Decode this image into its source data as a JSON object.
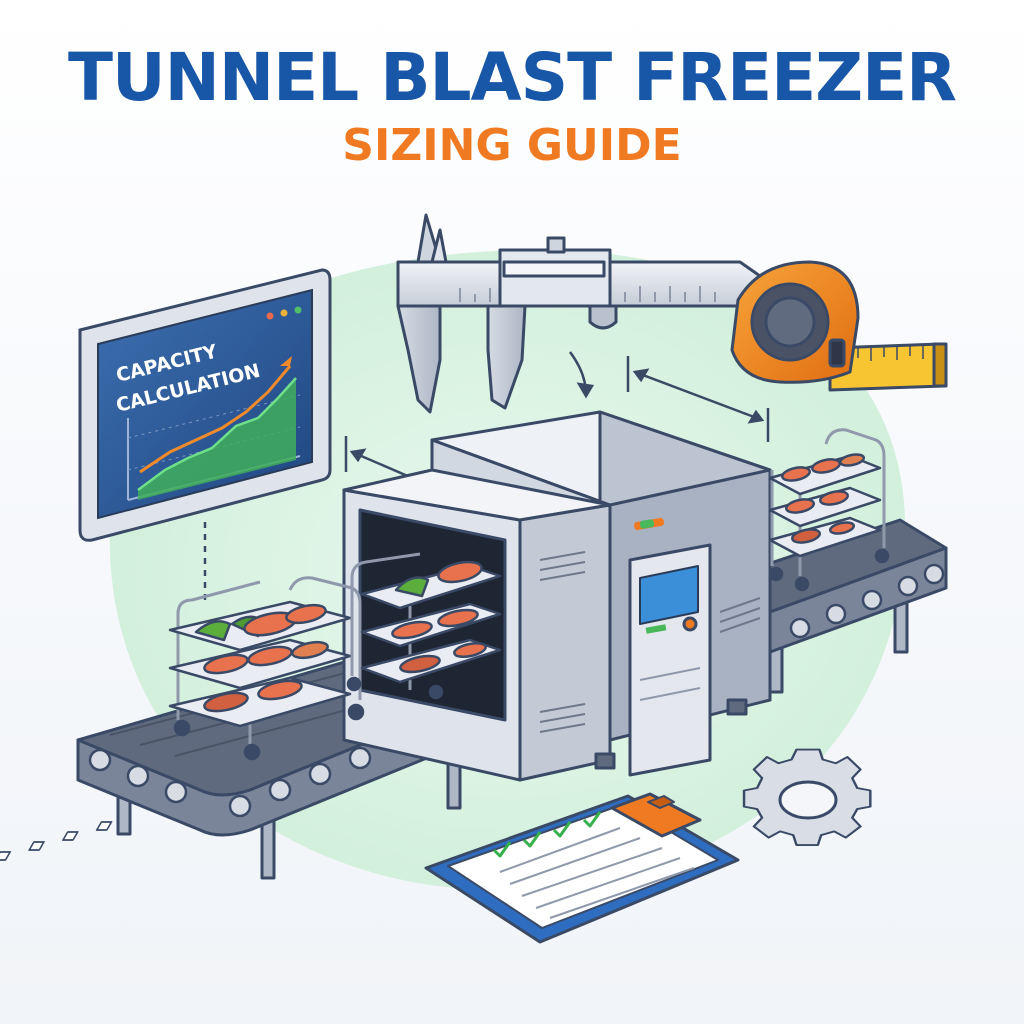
{
  "title": {
    "main": "TUNNEL BLAST FREEZER",
    "sub": "SIZING GUIDE"
  },
  "monitor": {
    "line1": "CAPACITY",
    "line2": "CALCULATION"
  },
  "colors": {
    "title_blue": "#1856a8",
    "subtitle_orange": "#f07a22",
    "outline": "#3a4a66",
    "steel_light": "#e6eaf0",
    "steel_mid": "#c3cad6",
    "steel_dark": "#8f99ab",
    "screen_blue": "#2b5c9c",
    "tape_orange": "#f28a1e",
    "tape_yellow": "#f7c531",
    "green_glow": "#d7f3df",
    "food_salmon": "#e8714e",
    "food_green": "#5bae3c",
    "check_green": "#35b04a"
  },
  "icons": [
    "caliper-icon",
    "tape-measure-icon",
    "monitor-chart-icon",
    "gear-icon",
    "clipboard-checklist-icon",
    "conveyor-belt-icon",
    "freezer-tunnel-icon",
    "food-trolley-icon"
  ]
}
